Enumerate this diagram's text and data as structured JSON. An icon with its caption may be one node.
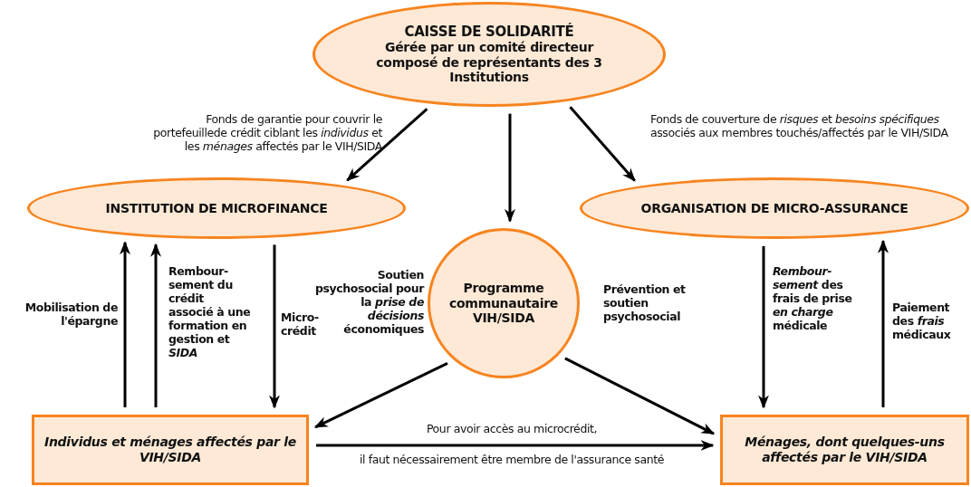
{
  "diagram": {
    "nodes": [
      {
        "text": [
          "CAISSE DE SOLIDARITÉ",
          "Gérée par un comité directeur composé de représentants des 3 Institutions"
        ]
      },
      {
        "text": [
          "INSTITUTION DE MICROFINANCE"
        ]
      },
      {
        "text": [
          "Programme communautaire VIH/SIDA"
        ]
      },
      {
        "text": [
          "ORGANISATION DE MICRO-ASSURANCE"
        ]
      },
      {
        "text": [
          "Individus et ménages affectés par le VIH/SIDA"
        ]
      },
      {
        "text": [
          "Ménages, dont quelques-uns affectés par le VIH/SIDA"
        ]
      }
    ],
    "edges": [
      {
        "from": 0,
        "to": 1,
        "arrow": "to",
        "label": "Fonds de garantie pour couvrir le portefeuillede crédit ciblant les *individus* et les *ménages* affectés par le VIH/SIDA"
      },
      {
        "from": 0,
        "to": 2,
        "arrow": "to"
      },
      {
        "from": 0,
        "to": 3,
        "arrow": "to",
        "label": "Fonds de couverture de *risques* et *besoins spécifiques* associés aux membres touchés/affectés par le VIH/SIDA"
      },
      {
        "from": 4,
        "to": 1,
        "arrow": "to",
        "label": "Mobilisation de l'épargne"
      },
      {
        "from": 4,
        "to": 1,
        "arrow": "to",
        "label": "Rembour-sement du crédit associé à une formation en gestion et *SIDA*"
      },
      {
        "from": 1,
        "to": 4,
        "arrow": "to",
        "label": "Micro-crédit"
      },
      {
        "from": 2,
        "to": 4,
        "arrow": "to",
        "label": "Soutien psychosocial pour la *prise de décisions* économiques"
      },
      {
        "from": 2,
        "to": 5,
        "arrow": "to",
        "label": "Prévention et soutien psychosocial"
      },
      {
        "from": 3,
        "to": 5,
        "arrow": "to",
        "label": "*Rembour-sement* des frais de prise *en charge* médicale"
      },
      {
        "from": 5,
        "to": 3,
        "arrow": "to",
        "label": "Paiement des *frais* médicaux"
      },
      {
        "from": 4,
        "to": 5,
        "arrow": "to",
        "label": "Pour avoir accès au microcrédit,"
      }
    ],
    "labels": [
      "il faut nécessairement être membre de l'assurance santé"
    ]
  }
}
